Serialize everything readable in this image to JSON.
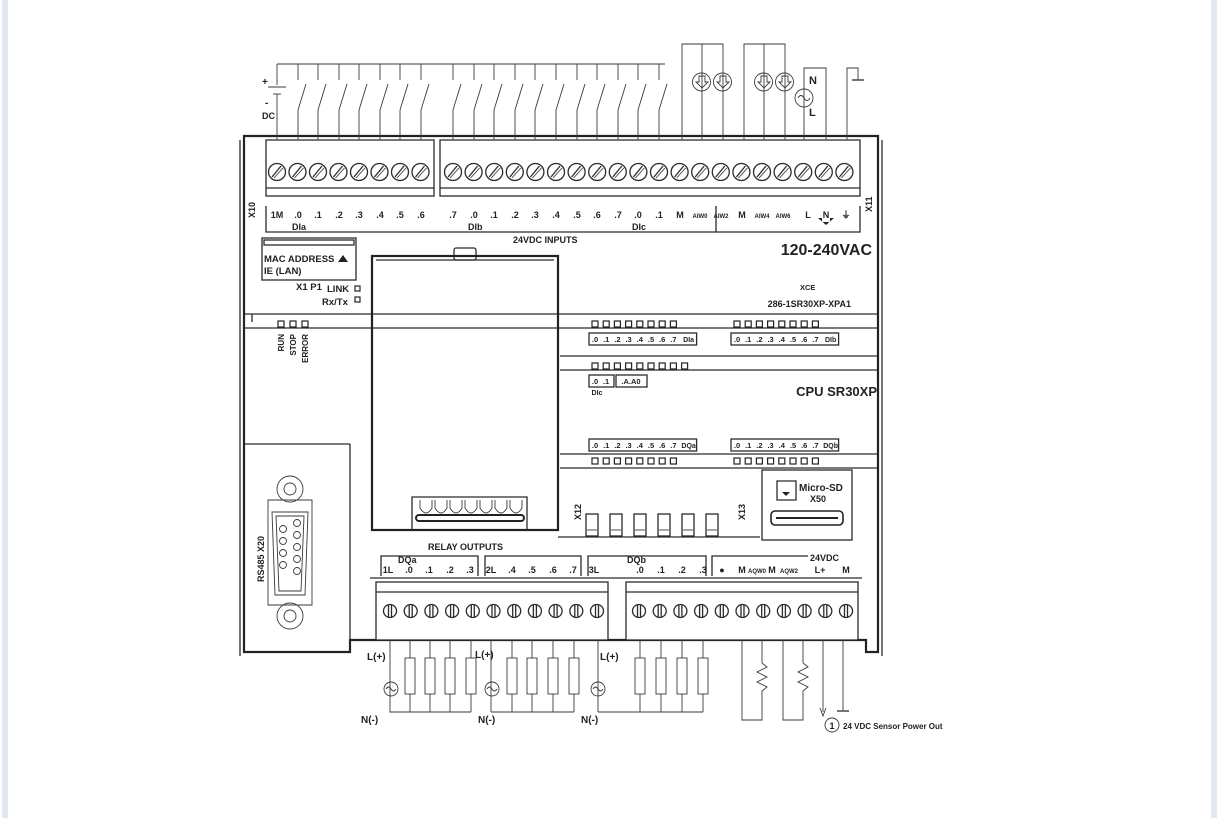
{
  "device": {
    "model": "CPU SR30XP",
    "order_number": "286-1SR30XP-XPA1",
    "ce_mark": "XCE",
    "supply_voltage": "120-240VAC",
    "input_header": "24VDC INPUTS",
    "output_header": "RELAY OUTPUTS"
  },
  "input_terminals": {
    "connector_left": "X10",
    "connector_right": "X11",
    "labels": [
      "1M",
      ".0",
      ".1",
      ".2",
      ".3",
      ".4",
      ".5",
      ".6",
      ".7",
      ".0",
      ".1",
      ".2",
      ".3",
      ".4",
      ".5",
      ".6",
      ".7",
      ".0",
      ".1",
      "M",
      "AIW0",
      "AIW2",
      "M",
      "AIW4",
      "AIW6",
      "L",
      "N",
      "⏚"
    ],
    "groups": [
      "DIa",
      "DIb",
      "DIc"
    ],
    "dc_supply_label": "DC",
    "dc_plus": "+",
    "dc_minus": "-",
    "ac_n": "N",
    "ac_l": "L"
  },
  "mac_panel": {
    "line1": "MAC ADDRESS",
    "line2": "IE (LAN)",
    "port": "X1 P1",
    "link": "LINK",
    "rxtx": "Rx/Tx"
  },
  "status_leds": [
    "RUN",
    "STOP",
    "ERROR"
  ],
  "input_leds": {
    "dia": [
      ".0",
      ".1",
      ".2",
      ".3",
      ".4",
      ".5",
      ".6",
      ".7"
    ],
    "dia_label": "DIa",
    "dib": [
      ".0",
      ".1",
      ".2",
      ".3",
      ".4",
      ".5",
      ".6",
      ".7"
    ],
    "dib_label": "DIb",
    "dic": [
      ".0",
      ".1"
    ],
    "dic_label": "DIc",
    "analog": [
      ".A",
      ".A0"
    ]
  },
  "output_leds": {
    "dqa": [
      ".0",
      ".1",
      ".2",
      ".3",
      ".4",
      ".5",
      ".6",
      ".7"
    ],
    "dqa_label": "DQa",
    "dqb": [
      ".0",
      ".1",
      ".2",
      ".3",
      ".4",
      ".5",
      ".6",
      ".7"
    ],
    "dqb_label": "DQb"
  },
  "ports": {
    "rs485": "RS485 X20",
    "x12": "X12",
    "x13": "X13",
    "microsd": "Micro-SD",
    "microsd_port": "X50"
  },
  "output_terminals": {
    "dqa_label": "DQa",
    "dqb_label": "DQb",
    "labels": [
      "1L",
      ".0",
      ".1",
      ".2",
      ".3",
      "2L",
      ".4",
      ".5",
      ".6",
      ".7",
      "3L",
      ".0",
      ".1",
      ".2",
      ".3",
      "●",
      "M",
      "AQW0",
      "M",
      "AQW2",
      "L+",
      "M"
    ],
    "sensor_supply": "24VDC"
  },
  "wiring": {
    "l_plus": "L(+)",
    "n_minus": "N(-)",
    "sensor_note": "24 VDC Sensor Power Out",
    "sensor_note_marker": "1"
  }
}
